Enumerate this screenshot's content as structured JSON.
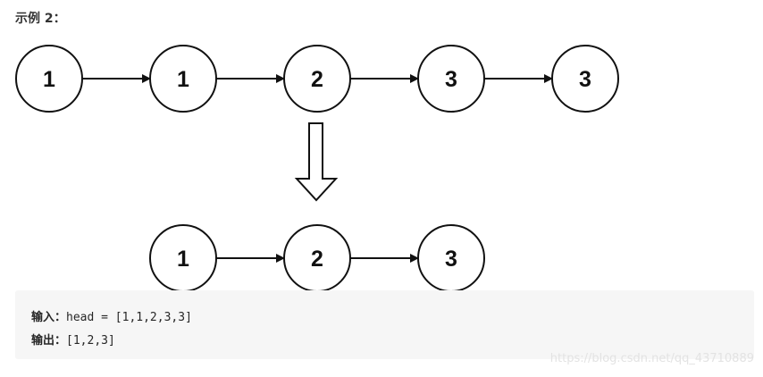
{
  "heading": "示例 2：",
  "diagram": {
    "input_list": [
      "1",
      "1",
      "2",
      "3",
      "3"
    ],
    "output_list": [
      "1",
      "2",
      "3"
    ]
  },
  "example": {
    "input_label": "输入：",
    "input_value": "head = [1,1,2,3,3]",
    "output_label": "输出：",
    "output_value": "[1,2,3]"
  },
  "watermark": "https://blog.csdn.net/qq_43710889",
  "colors": {
    "stroke": "#111111",
    "code_background": "#f6f6f6",
    "watermark": "#e3e3e3"
  }
}
